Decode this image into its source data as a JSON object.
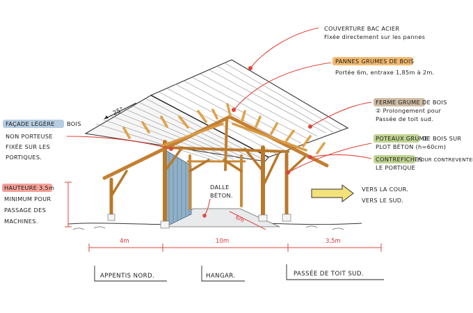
{
  "annotations": {
    "roof": {
      "line1": "COUVERTURE BAC ACIER",
      "line2": "Fixée directement sur les pannes"
    },
    "purlins": {
      "title": "PANNES GRUMES DE BOIS",
      "detail": "Portée 6m, entraxe 1,85m à 2m."
    },
    "truss": {
      "title": "FERME GRUME DE BOIS",
      "line2": "② Prolongement pour",
      "line3": "Passée de toit sud."
    },
    "posts": {
      "title": "POTEAUX GRUME",
      "title_rest": "DE BOIS SUR",
      "line2": "PLOT BÉTON (h=60cm)"
    },
    "braces": {
      "title": "CONTREFICHES",
      "title_rest": "POUR CONTREVENTER",
      "line2": "LE PORTIQUE"
    },
    "facade": {
      "title": "FAÇADE LÉGÈRE",
      "title_rest": "BOIS",
      "line2": "NON PORTEUSE",
      "line3": "FIXÉE SUR LES",
      "line4": "PORTIQUES."
    },
    "height": {
      "title": "HAUTEURE 3,5m",
      "line2": "MINIMUM POUR",
      "line3": "PASSAGE DES",
      "line4": "MACHINES."
    },
    "slab": {
      "line1": "DALLE",
      "line2": "BÉTON."
    },
    "directions": {
      "line1": "VERS LA COUR.",
      "line2": "VERS LE SUD."
    },
    "slope": "25°",
    "depth": "6m"
  },
  "dimensions": {
    "left": "4m",
    "center": "10m",
    "right": "3,5m"
  },
  "captions": {
    "left": "APPENTIS NORD.",
    "center": "HANGAR.",
    "right": "PASSÉE DE TOIT SUD."
  },
  "colors": {
    "leader": "#e0453a",
    "wood": "#e0a24a",
    "wood_dark": "#b9782a",
    "highlight_orange": "#f2b25f",
    "highlight_blue": "#a9c4dc",
    "highlight_green": "#b9cf86",
    "highlight_brown": "#cbb49a",
    "highlight_red": "#f08a80",
    "facade": "#8fb0c6",
    "arrow_yellow": "#f3e27a"
  }
}
